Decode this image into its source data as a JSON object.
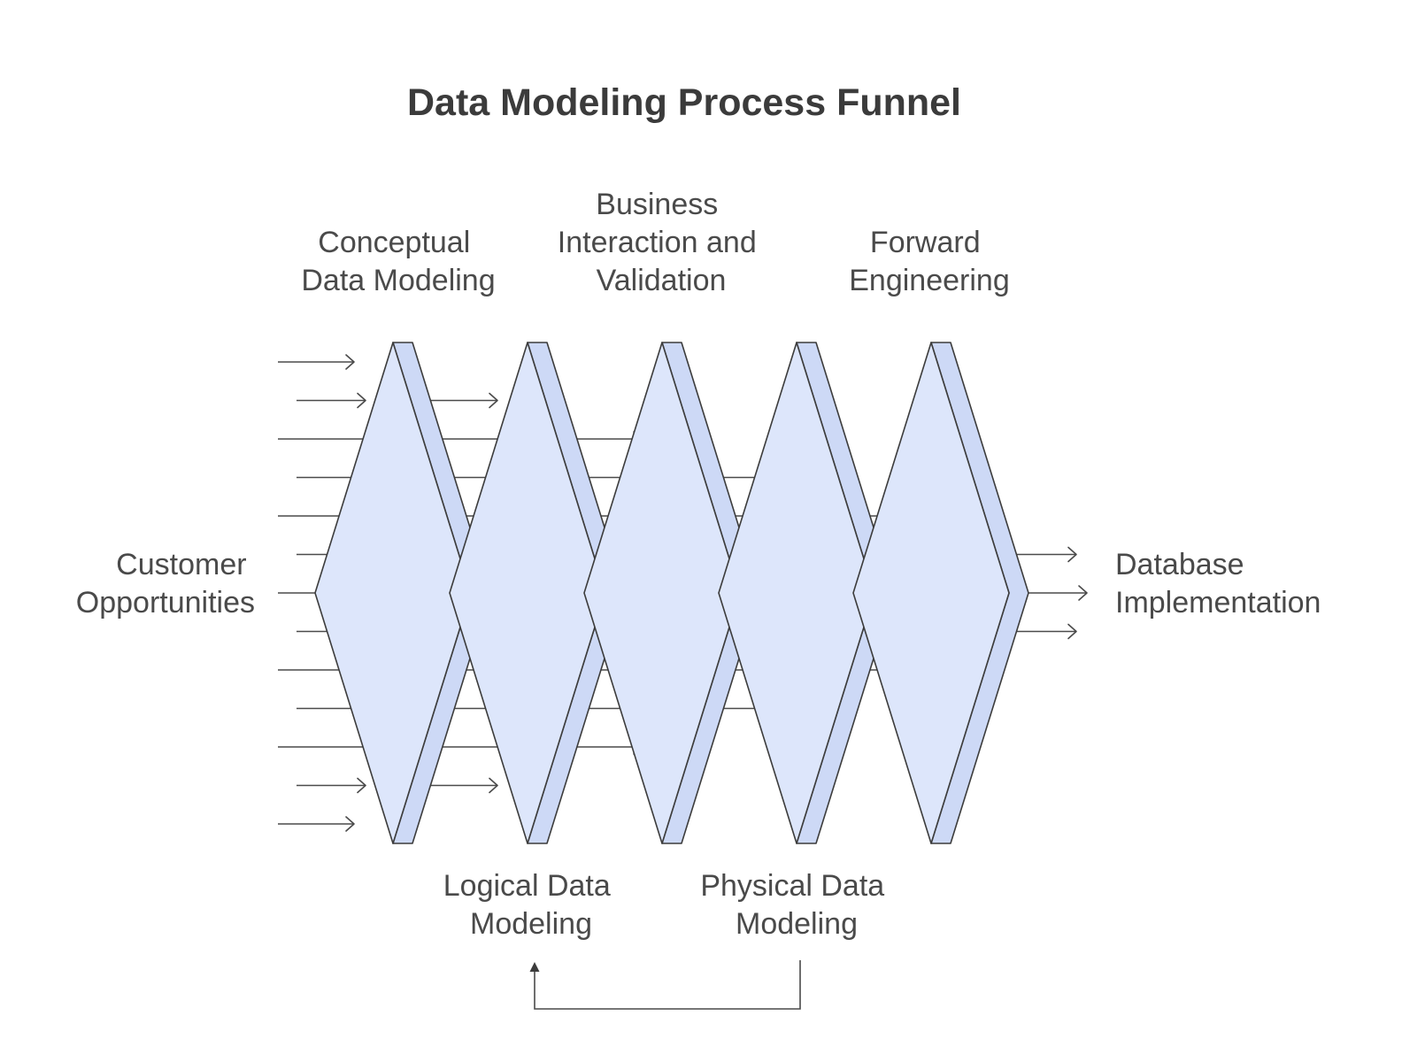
{
  "title": "Data Modeling Process Funnel",
  "input_label": [
    "Customer",
    "Opportunities"
  ],
  "output_label": [
    "Database",
    "Implementation"
  ],
  "stages": [
    {
      "id": "conceptual",
      "label": [
        "Conceptual",
        "Data Modeling"
      ],
      "label_side": "top"
    },
    {
      "id": "logical",
      "label": [
        "Logical Data",
        "Modeling"
      ],
      "label_side": "bottom"
    },
    {
      "id": "business",
      "label": [
        "Business",
        "Interaction and",
        "Validation"
      ],
      "label_side": "top"
    },
    {
      "id": "physical",
      "label": [
        "Physical Data",
        "Modeling"
      ],
      "label_side": "bottom"
    },
    {
      "id": "forward",
      "label": [
        "Forward",
        "Engineering"
      ],
      "label_side": "top"
    }
  ],
  "arrow_counts": {
    "input": 13,
    "after_conceptual": 11,
    "after_logical": 9,
    "after_business": 7,
    "after_physical": 5,
    "output": 3
  },
  "feedback": {
    "from": "Physical Data Modeling",
    "to": "Logical Data Modeling"
  },
  "colors": {
    "face": "#dde6fb",
    "edge": "#cdd9f6",
    "stroke": "#3c3c3c",
    "text": "#4a4a4a",
    "title": "#3b3b3b"
  }
}
